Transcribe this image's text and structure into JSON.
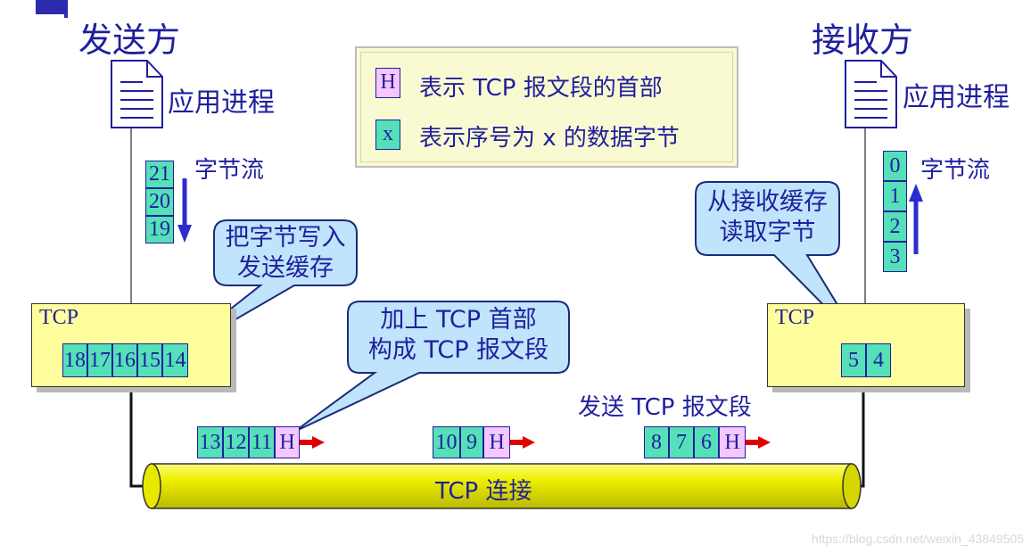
{
  "sender": {
    "title": "发送方",
    "app_label": "应用进程",
    "stream_label": "字节流",
    "stream_bytes": [
      "21",
      "20",
      "19"
    ],
    "callout": [
      "把字节写入",
      "发送缓存"
    ],
    "tcp_label": "TCP",
    "buffer": [
      "18",
      "17",
      "16",
      "15",
      "14"
    ]
  },
  "receiver": {
    "title": "接收方",
    "app_label": "应用进程",
    "stream_label": "字节流",
    "stream_bytes": [
      "0",
      "1",
      "2",
      "3"
    ],
    "callout": [
      "从接收缓存",
      "读取字节"
    ],
    "tcp_label": "TCP",
    "buffer": [
      "5",
      "4"
    ]
  },
  "legend": {
    "h_symbol": "H",
    "h_text": "表示 TCP 报文段的首部",
    "x_symbol": "x",
    "x_text": "表示序号为 x 的数据字节"
  },
  "middle_callout": [
    "加上 TCP 首部",
    "构成 TCP 报文段"
  ],
  "send_label": "发送 TCP 报文段",
  "segments": [
    [
      "13",
      "12",
      "11",
      "H"
    ],
    [
      "10",
      "9",
      "H"
    ],
    [
      "8",
      "7",
      "6",
      "H"
    ]
  ],
  "connection_label": "TCP 连接",
  "watermark": "https://blog.csdn.net/weixin_43849505",
  "colors": {
    "text": "#1f1f9e",
    "byte_fill": "#55e0b8",
    "header_fill": "#f6c6ff",
    "tcp_box": "#fffe9c",
    "pipe": "#e6e600",
    "arrow_red": "#e00000",
    "callout_fill": "#bfe4fb"
  }
}
